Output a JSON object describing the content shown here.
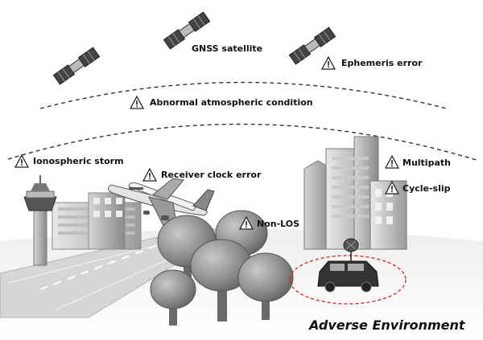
{
  "labels": {
    "gnss_satellite": "GNSS satellite",
    "ephemeris_error": "Ephemeris error",
    "abnormal_atmospheric": "Abnormal atmospheric condition",
    "ionospheric_storm": "Ionospheric storm",
    "receiver_clock_error": "Receiver clock error",
    "multipath": "Multipath",
    "cycle_slip": "Cycle-slip",
    "non_los": "Non-LOS"
  },
  "caption": "Adverse Environment",
  "icons": {
    "warning": "warning-triangle-icon",
    "satellite": "satellite-icon",
    "airplane": "airplane-icon",
    "vehicle": "vehicle-icon",
    "control_tower": "control-tower-icon",
    "tree": "tree-icon",
    "building": "building-icon"
  },
  "colors": {
    "vehicle_range_ellipse": "#e02020",
    "scene_gray": "#8c8c8c"
  }
}
